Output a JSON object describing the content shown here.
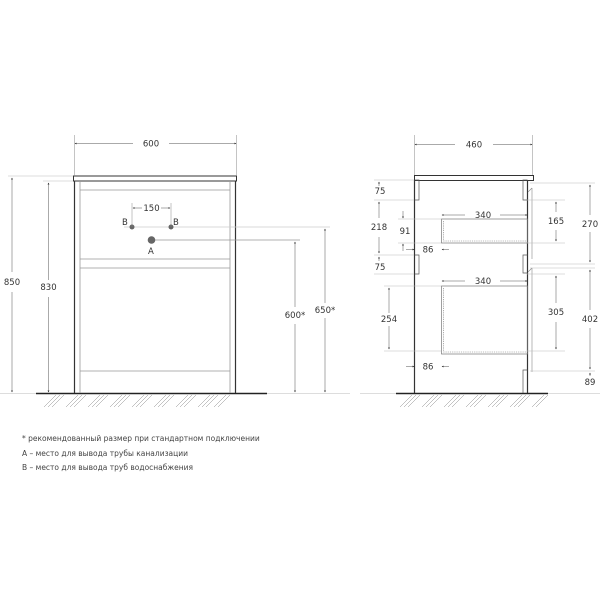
{
  "front_view": {
    "width_label": "600",
    "pipe_spacing_label": "150",
    "pipe_b_left_label": "B",
    "pipe_b_right_label": "B",
    "pipe_a_label": "A",
    "total_height_label": "850",
    "body_height_label": "830",
    "pipe_b_height_label": "650*",
    "pipe_a_height_label": "600*"
  },
  "side_view": {
    "depth_label": "460",
    "top_panel_label": "75",
    "drawer_zone_label": "218",
    "drawer_gap_label": "91",
    "top_drawer_width_label": "340",
    "top_drawer_offset_label": "86",
    "top_drawer_inner_height_label": "165",
    "top_drawer_outer_height_label": "270",
    "mid_panel_label": "75",
    "bottom_drawer_width_label": "340",
    "bottom_drawer_left_height_label": "254",
    "bottom_drawer_offset_label": "86",
    "bottom_drawer_inner_height_label": "305",
    "bottom_drawer_outer_height_label": "402",
    "plinth_height_label": "89"
  },
  "notes": {
    "line1": "* рекомендованный размер при стандартном подключении",
    "line2": "A – место для вывода трубы канализации",
    "line3": "B – место для вывода труб водоснабжения"
  },
  "colors": {
    "outline": "#333333",
    "dimension_line": "#888888",
    "light_line": "#bbbbbb",
    "pipe_fill": "#666666"
  }
}
